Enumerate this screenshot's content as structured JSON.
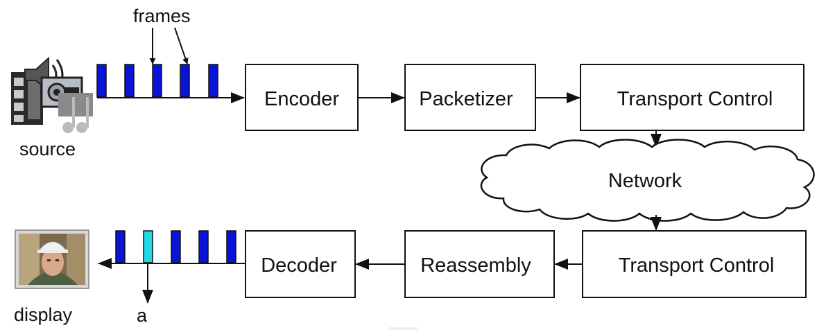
{
  "labels": {
    "frames": "frames",
    "source": "source",
    "network": "Network",
    "display": "display",
    "lost_frame": "a"
  },
  "blocks": {
    "encoder": "Encoder",
    "packetizer": "Packetizer",
    "transport_control_send": "Transport Control",
    "transport_control_recv": "Transport Control",
    "reassembly": "Reassembly",
    "decoder": "Decoder"
  },
  "frame_streams": {
    "sent": {
      "count": 5,
      "lost_index": null
    },
    "received": {
      "count": 5,
      "lost_index": 1
    }
  },
  "colors": {
    "frame": "#0a14d6",
    "lost_frame": "#22d8e6",
    "stroke": "#111111"
  },
  "icons": [
    "source-media-icon",
    "display-photo-icon",
    "network-cloud-icon"
  ]
}
